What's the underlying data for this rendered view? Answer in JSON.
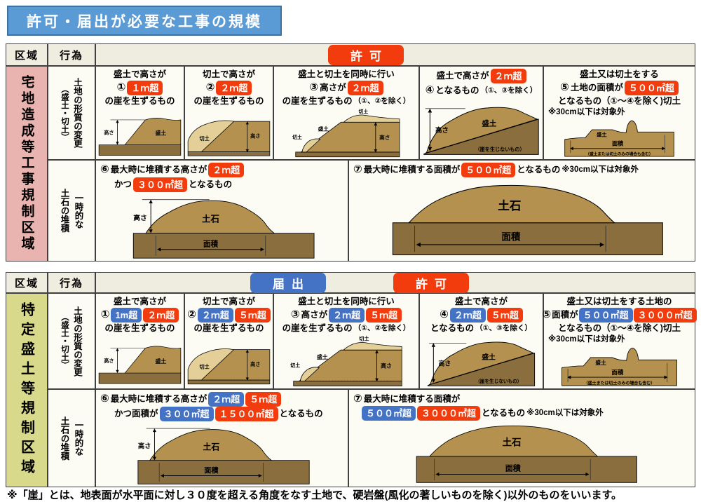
{
  "title": "許可・届出が必要な工事の規模",
  "footnote": "※「崖」とは、地表面が水平面に対し３０度を超える角度をなす土地で、硬岩盤(風化の著しいものを除く)以外のものをいいます。",
  "hd": {
    "zone": "区域",
    "act": "行為",
    "permit": "許可",
    "notify": "届出"
  },
  "acts": {
    "change_main": "土地の形質の変更",
    "change_sub": "（盛土・切土）",
    "temp_main": "一時的な",
    "temp_sub": "土石の堆積"
  },
  "il": {
    "height": "高さ",
    "fill": "盛土",
    "cut": "切土",
    "soil": "土石",
    "area": "面積",
    "no_cliff": "（崖を生じないもの）",
    "include_note": "（盛土または切土のみの場合も含む）"
  },
  "t1": {
    "zone": "宅地造成等工事規制区域",
    "c1": {
      "num": "①",
      "l1": "盛土で高さが",
      "badge": "１ｍ超",
      "l3": "の崖を生ずるもの"
    },
    "c2": {
      "num": "②",
      "l1": "切土で高さが",
      "badge": "２ｍ超",
      "l3": "の崖を生ずるもの"
    },
    "c3": {
      "num": "③",
      "l1": "盛土と切土を同時に行い",
      "pre": "高さが",
      "badge": "２ｍ超",
      "l3": "の崖を生ずるもの",
      "note": "（①、②を除く）"
    },
    "c4": {
      "num": "④",
      "l1": "盛土で高さが",
      "badge": "２ｍ超",
      "post": "となるもの",
      "note": "（①、③を除く）"
    },
    "c5": {
      "num": "⑤",
      "l1": "盛土又は切土をする",
      "pre": "土地の面積が",
      "badge": "５００㎡超",
      "post": "となるもの（①～④を除く)切土",
      "note": "※30cm以下は対象外"
    },
    "c6": {
      "num": "⑥",
      "pre": "最大時に堆積する高さが",
      "badge1": "２ｍ超",
      "mid": "かつ",
      "badge2": "３００㎡超",
      "post": "となるもの"
    },
    "c7": {
      "num": "⑦",
      "pre": "最大時に堆積する面積が",
      "badge": "５００㎡超",
      "post": "となるもの",
      "note": "※30cm以下は対象外"
    }
  },
  "t2": {
    "zone": "特定盛土等規制区域",
    "c1": {
      "num": "①",
      "l1": "盛土で高さが",
      "b_blue": "1m超",
      "b_red": "２ｍ超",
      "l3": "の崖を生ずるもの"
    },
    "c2": {
      "num": "②",
      "l1": "切土で高さが",
      "b_blue": "２ｍ超",
      "b_red": "５ｍ超",
      "l3": "の崖を生ずるもの"
    },
    "c3": {
      "num": "③",
      "l1": "盛土と切土を同時に行い",
      "pre": "高さが",
      "b_blue": "２ｍ超",
      "b_red": "５ｍ超",
      "l3": "の崖を生ずるもの",
      "note": "（①、②を除く）"
    },
    "c4": {
      "num": "④",
      "l1": "盛土で高さが",
      "b_blue": "２ｍ超",
      "b_red": "５ｍ超",
      "post": "となるもの",
      "note": "（①、③を除く）"
    },
    "c5": {
      "num": "⑤",
      "l1": "盛土又は切土をする土地の",
      "pre": "面積が",
      "b_blue": "５００㎡超",
      "b_red": "３０００㎡超",
      "post": "となるもの（①～④を除く)切土",
      "note": "※30cm以下は対象外"
    },
    "c6": {
      "num": "⑥",
      "pre": "最大時に堆積する高さが",
      "b_blue1": "２ｍ超",
      "b_red1": "５ｍ超",
      "mid": "かつ面積が",
      "b_blue2": "３００㎡超",
      "b_red2": "１５００㎡超",
      "post": "となるもの"
    },
    "c7": {
      "num": "⑦",
      "pre": "最大時に堆積する面積が",
      "b_blue": "５００㎡超",
      "b_red": "３０００㎡超",
      "post": "となるもの",
      "note": "※30cm以下は対象外"
    }
  },
  "colors": {
    "title_bg": "#5B9BD5",
    "title_border": "#41719C",
    "permit_red": "#F23C0D",
    "notify_blue": "#4472C4",
    "zone1_pink": "#E9B3AF",
    "zone2_green": "#D9D98C",
    "header_beige": "#EFEDE0",
    "cell_bg": "#FCFBF4",
    "soil_dark": "#8A6E3E",
    "soil_mid": "#B5914F",
    "soil_light": "#E3CF97"
  }
}
